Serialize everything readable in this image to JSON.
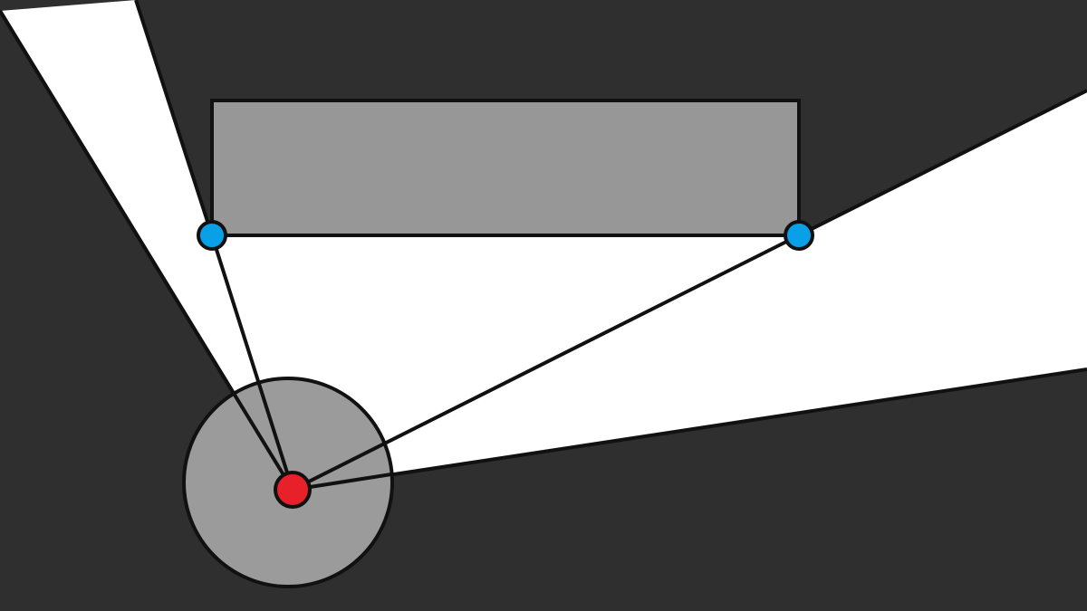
{
  "diagram": {
    "colors": {
      "background": "#2f2f2f",
      "lit_area": "#ffffff",
      "obstacle_fill": "#979797",
      "light_radius_fill": "#9b9b9b",
      "outline": "#111111",
      "light_source": "#e8202a",
      "corner_point": "#0aa0e8"
    },
    "elements": [
      "background",
      "lit-region",
      "rectangular-obstacle",
      "light-radius-circle",
      "ray-lines",
      "corner-points",
      "light-source-point"
    ]
  }
}
